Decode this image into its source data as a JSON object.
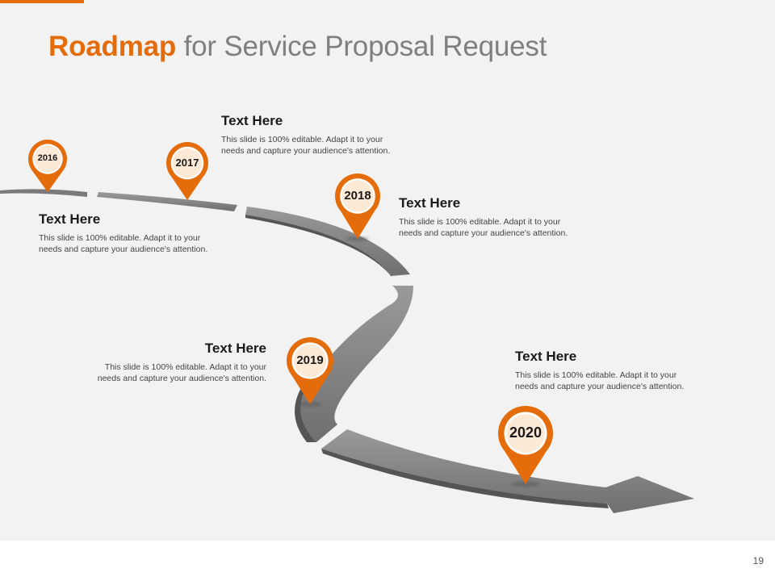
{
  "title": {
    "strong": "Roadmap",
    "rest": " for Service Proposal Request"
  },
  "colors": {
    "accent": "#E46C0A",
    "pin_inner": "#FCE9D6",
    "road": "#8A8A8A",
    "road_dark": "#5E5E5E",
    "title_gray": "#7F7F7F"
  },
  "milestones": [
    {
      "year": "2016",
      "heading": "Text Here",
      "body_lines": [
        "This slide is 100% editable. Adapt it to your",
        "needs and capture your audience's attention."
      ]
    },
    {
      "year": "2017",
      "heading": "Text Here",
      "body_lines": [
        "This slide is 100% editable. Adapt it to your",
        "needs and capture your audience's attention."
      ]
    },
    {
      "year": "2018",
      "heading": "Text Here",
      "body_lines": [
        "This slide is 100% editable. Adapt it to your",
        "needs and capture your audience's attention."
      ]
    },
    {
      "year": "2019",
      "heading": "Text Here",
      "body_lines": [
        "This slide is 100% editable. Adapt it to your",
        "needs and capture your audience's attention."
      ]
    },
    {
      "year": "2020",
      "heading": "Text Here",
      "body_lines": [
        "This slide is 100% editable. Adapt it to your",
        "needs and capture your audience's attention."
      ]
    }
  ],
  "page_number": "19"
}
